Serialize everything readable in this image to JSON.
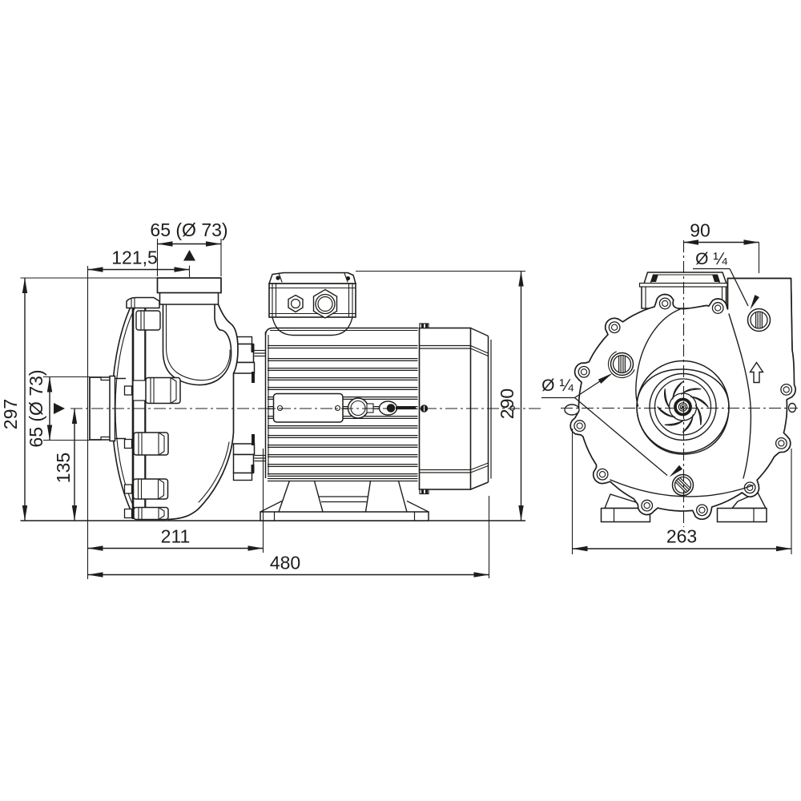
{
  "document": {
    "type": "technical dimensional drawing",
    "subject": "End-suction centrifugal pump with electric motor",
    "background": "#ffffff",
    "ink_color": "#1d1d1b"
  },
  "side_view": {
    "name": "side view",
    "dims": {
      "discharge_port": "65 (Ø 73)",
      "discharge_offset": "121,5",
      "total_height": "297",
      "suction_port": "65 (Ø 73)",
      "suction_height": "135",
      "pump_length": "211",
      "total_length": "480",
      "motor_height": "290"
    }
  },
  "front_view": {
    "name": "front view",
    "dims": {
      "discharge_offset": "90",
      "plug_top": "Ø ¼",
      "plug_left": "Ø ¼",
      "casing_width": "263"
    }
  }
}
